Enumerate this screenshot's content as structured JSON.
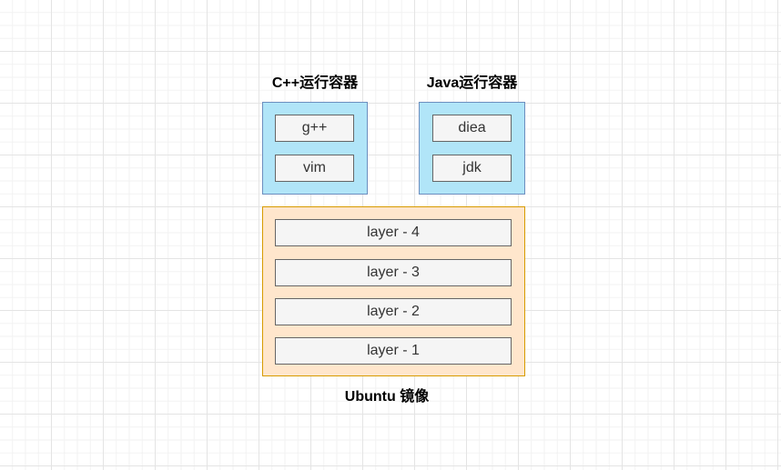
{
  "colors": {
    "container_fill": "#b1e5f8",
    "container_border": "#6c8ebf",
    "image_fill": "#ffe6cc",
    "image_border": "#d79b00",
    "item_fill": "#f5f5f5",
    "item_border": "#666666"
  },
  "cpp_container": {
    "title": "C++运行容器",
    "items": [
      "g++",
      "vim"
    ]
  },
  "java_container": {
    "title": "Java运行容器",
    "items": [
      "diea",
      "jdk"
    ]
  },
  "ubuntu_image": {
    "title": "Ubuntu 镜像",
    "layers": [
      "layer - 4",
      "layer - 3",
      "layer - 2",
      "layer - 1"
    ]
  }
}
